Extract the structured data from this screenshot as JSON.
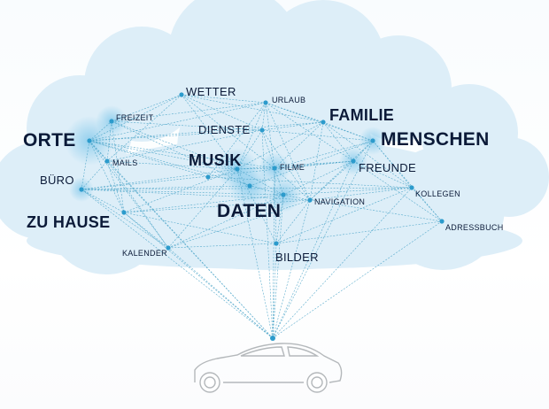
{
  "labels": {
    "wetter": "WETTER",
    "urlaub": "URLAUB",
    "freizeit": "FREIZEIT",
    "familie": "FAMILIE",
    "dienste": "DIENSTE",
    "orte": "ORTE",
    "menschen": "MENSCHEN",
    "mails": "MAILS",
    "musik": "MUSIK",
    "filme": "FILME",
    "freunde": "FREUNDE",
    "buero": "BÜRO",
    "kollegen": "KOLLEGEN",
    "navigation": "NAVIGATION",
    "daten": "DATEN",
    "zu_hause": "ZU HAUSE",
    "adressbuch": "ADRESSBUCH",
    "kalender": "KALENDER",
    "bilder": "BILDER"
  },
  "colors": {
    "node": "#2c9bcc",
    "line": "#3f9ec4",
    "text": "#0b1a38",
    "cloud": "#ddeef8",
    "car_outline": "#b4b8bb"
  },
  "icons": [
    "car-icon",
    "cloud-shape"
  ]
}
